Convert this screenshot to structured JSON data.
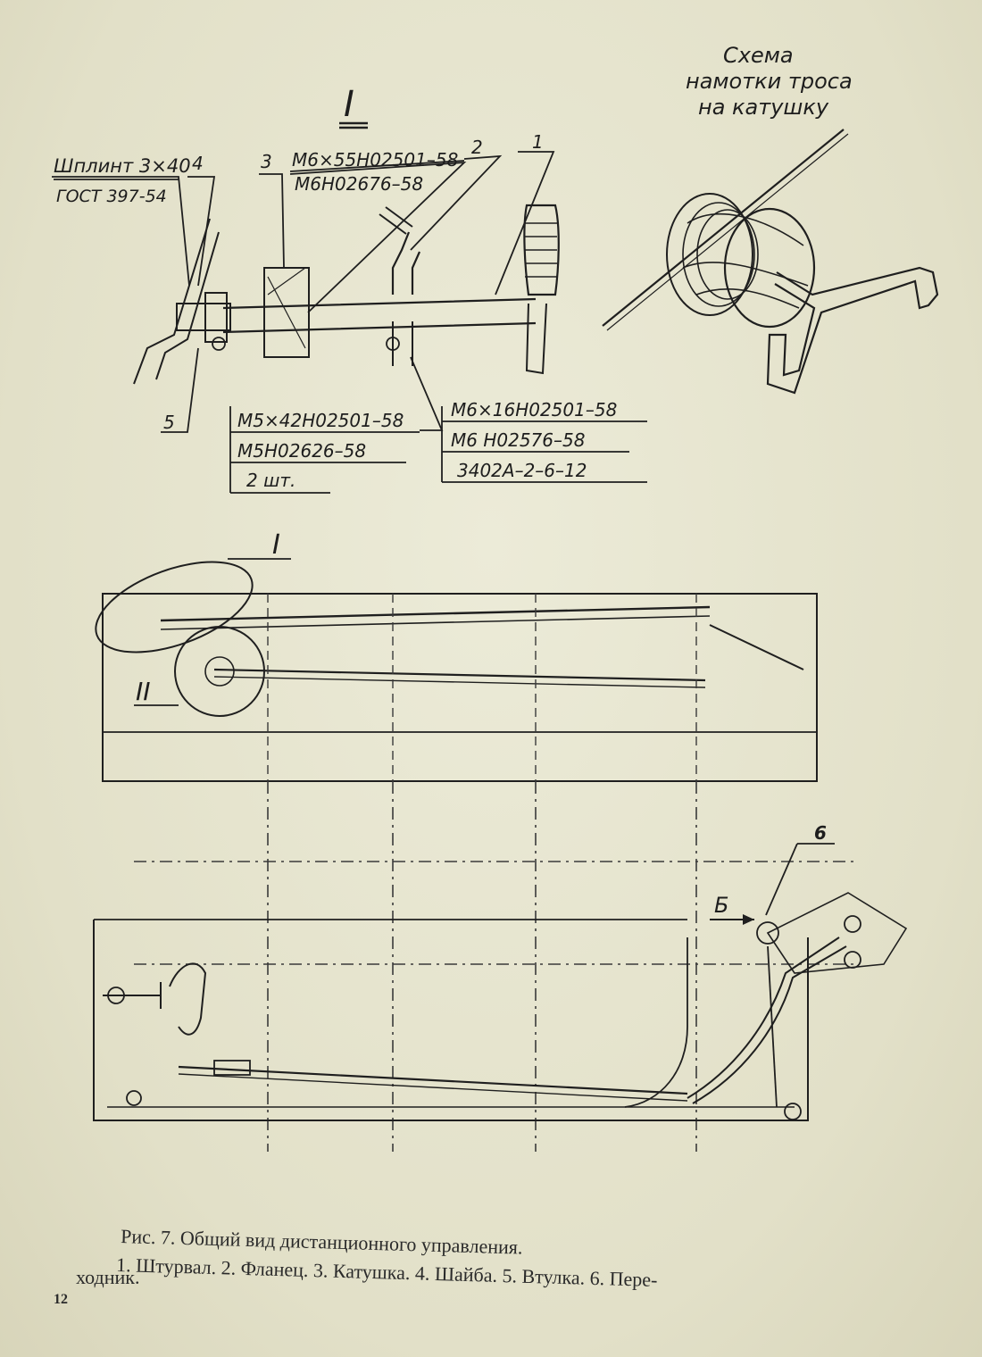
{
  "detail_view": {
    "mark": "I",
    "cotter_pin": "Шплинт 3×40",
    "cotter_standard": "ГОСТ 397-54",
    "callout_1": "1",
    "callout_2": "2",
    "callout_3": "3",
    "callout_4": "4",
    "callout_5": "5",
    "spec_top_1": "М6×55Н02501–58",
    "spec_top_2": "М6Н02676–58",
    "spec_left_1": "М5×42Н02501–58",
    "spec_left_2": "М5Н02626–58",
    "spec_left_3": "2 шт.",
    "spec_right_1": "М6×16Н02501–58",
    "spec_right_2": "М6 Н02576–58",
    "spec_right_3": "3402А–2–6–12"
  },
  "winding_scheme": {
    "line1": "Схема",
    "line2": "намотки троса",
    "line3": "на катушку"
  },
  "assembly_view": {
    "mark_1": "I",
    "mark_2": "II",
    "callout_6": "6",
    "view_arrow": "Б"
  },
  "caption": {
    "title": "Рис. 7. Общий вид дистанционного управления.",
    "items_line1": "1. Штурвал. 2. Фланец. 3. Катушка. 4. Шайба. 5. Втулка. 6. Пере-",
    "items_line2": "ходник."
  },
  "page_number": "12"
}
